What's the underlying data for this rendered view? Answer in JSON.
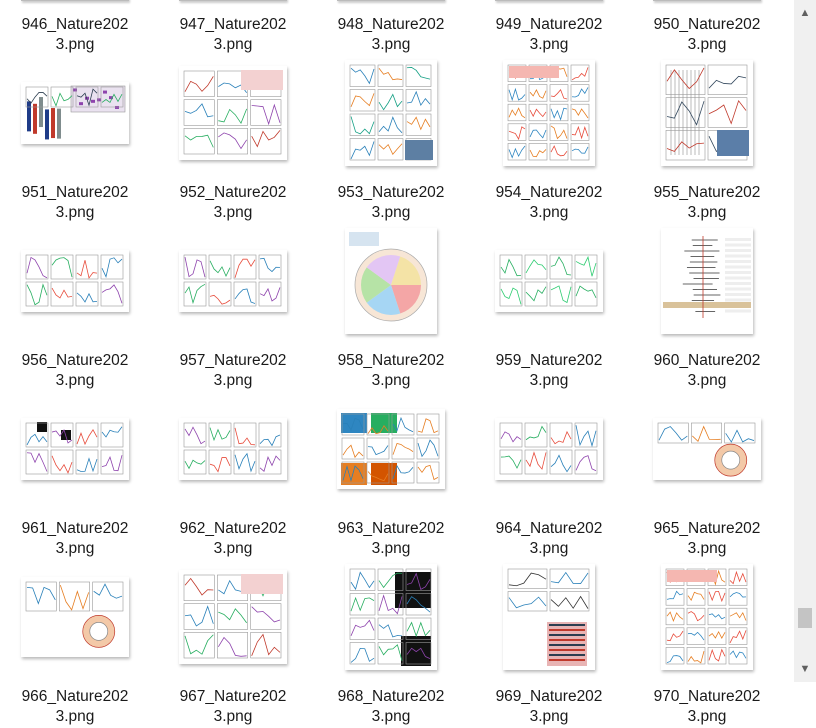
{
  "files": [
    {
      "name_l1": "946_Nature202",
      "name_l2": "3.png",
      "kind": "partial"
    },
    {
      "name_l1": "947_Nature202",
      "name_l2": "3.png",
      "kind": "partial"
    },
    {
      "name_l1": "948_Nature202",
      "name_l2": "3.png",
      "kind": "partial"
    },
    {
      "name_l1": "949_Nature202",
      "name_l2": "3.png",
      "kind": "partial"
    },
    {
      "name_l1": "950_Nature202",
      "name_l2": "3.png",
      "kind": "partial"
    },
    {
      "name_l1": "951_Nature202",
      "name_l2": "3.png",
      "kind": "bars"
    },
    {
      "name_l1": "952_Nature202",
      "name_l2": "3.png",
      "kind": "grid"
    },
    {
      "name_l1": "953_Nature202",
      "name_l2": "3.png",
      "kind": "mixed"
    },
    {
      "name_l1": "954_Nature202",
      "name_l2": "3.png",
      "kind": "red"
    },
    {
      "name_l1": "955_Nature202",
      "name_l2": "3.png",
      "kind": "lines"
    },
    {
      "name_l1": "956_Nature202",
      "name_l2": "3.png",
      "kind": "wide"
    },
    {
      "name_l1": "957_Nature202",
      "name_l2": "3.png",
      "kind": "wide"
    },
    {
      "name_l1": "958_Nature202",
      "name_l2": "3.png",
      "kind": "circle"
    },
    {
      "name_l1": "959_Nature202",
      "name_l2": "3.png",
      "kind": "green"
    },
    {
      "name_l1": "960_Nature202",
      "name_l2": "3.png",
      "kind": "forest"
    },
    {
      "name_l1": "961_Nature202",
      "name_l2": "3.png",
      "kind": "blocks"
    },
    {
      "name_l1": "962_Nature202",
      "name_l2": "3.png",
      "kind": "wide"
    },
    {
      "name_l1": "963_Nature202",
      "name_l2": "3.png",
      "kind": "heat"
    },
    {
      "name_l1": "964_Nature202",
      "name_l2": "3.png",
      "kind": "wide"
    },
    {
      "name_l1": "965_Nature202",
      "name_l2": "3.png",
      "kind": "circle2"
    },
    {
      "name_l1": "966_Nature202",
      "name_l2": "3.png",
      "kind": "circle2"
    },
    {
      "name_l1": "967_Nature202",
      "name_l2": "3.png",
      "kind": "grid"
    },
    {
      "name_l1": "968_Nature202",
      "name_l2": "3.png",
      "kind": "dark"
    },
    {
      "name_l1": "969_Nature202",
      "name_l2": "3.png",
      "kind": "tall"
    },
    {
      "name_l1": "970_Nature202",
      "name_l2": "3.png",
      "kind": "red"
    }
  ],
  "scroll": {
    "up_icon": "▲",
    "down_icon": "▼"
  }
}
